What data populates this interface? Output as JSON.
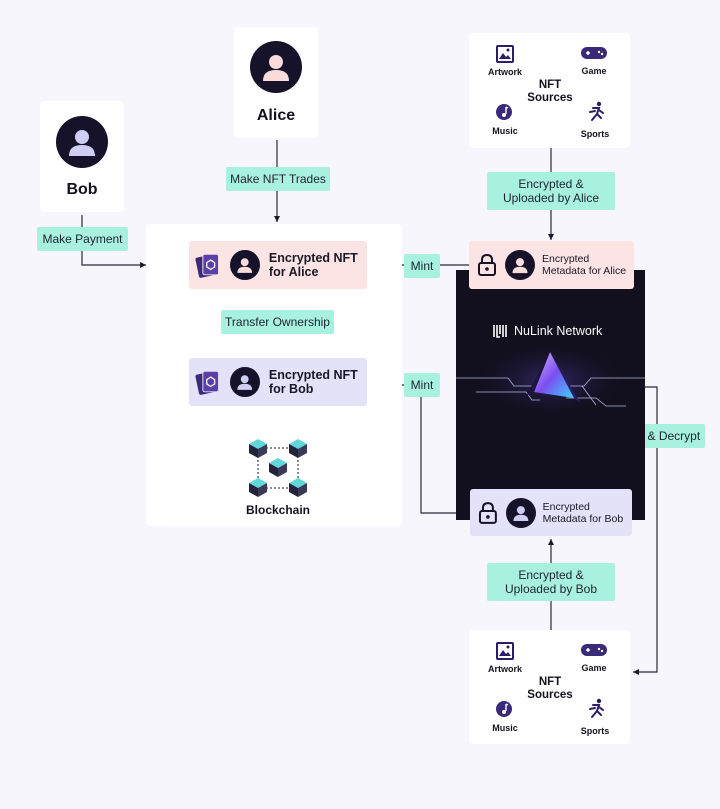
{
  "people": {
    "alice": {
      "name": "Alice"
    },
    "bob": {
      "name": "Bob"
    }
  },
  "labels": {
    "make_nft_trades": "Make NFT Trades",
    "make_payment": "Make Payment",
    "transfer_ownership": "Transfer Ownership",
    "mint_top": "Mint",
    "mint_bottom": "Mint",
    "encrypted_uploaded_alice": "Encrypted & Uploaded by Alice",
    "encrypted_uploaded_bob": "Encrypted & Uploaded by Bob",
    "download_decrypt": "Download & Decrypt"
  },
  "nft": {
    "alice": "Encrypted NFT for Alice",
    "bob": "Encrypted NFT for Bob"
  },
  "metadata": {
    "alice": "Encrypted Metadata for Alice",
    "bob": "Encrypted Metadata for Bob"
  },
  "network": {
    "name": "NuLink Network"
  },
  "blockchain": {
    "label": "Blockchain"
  },
  "sources_top": {
    "title": "NFT Sources",
    "artwork": "Artwork",
    "game": "Game",
    "music": "Music",
    "sports": "Sports"
  },
  "sources_bottom": {
    "title": "NFT Sources",
    "artwork": "Artwork",
    "game": "Game",
    "music": "Music",
    "sports": "Sports"
  },
  "colors": {
    "label_bg": "#a9f1df",
    "alice_box": "#fbe4e3",
    "bob_box": "#e3e2f8",
    "network_bg": "#120f1e",
    "avatar_bg": "#15122a",
    "accent_purple": "#5b3fa8"
  }
}
